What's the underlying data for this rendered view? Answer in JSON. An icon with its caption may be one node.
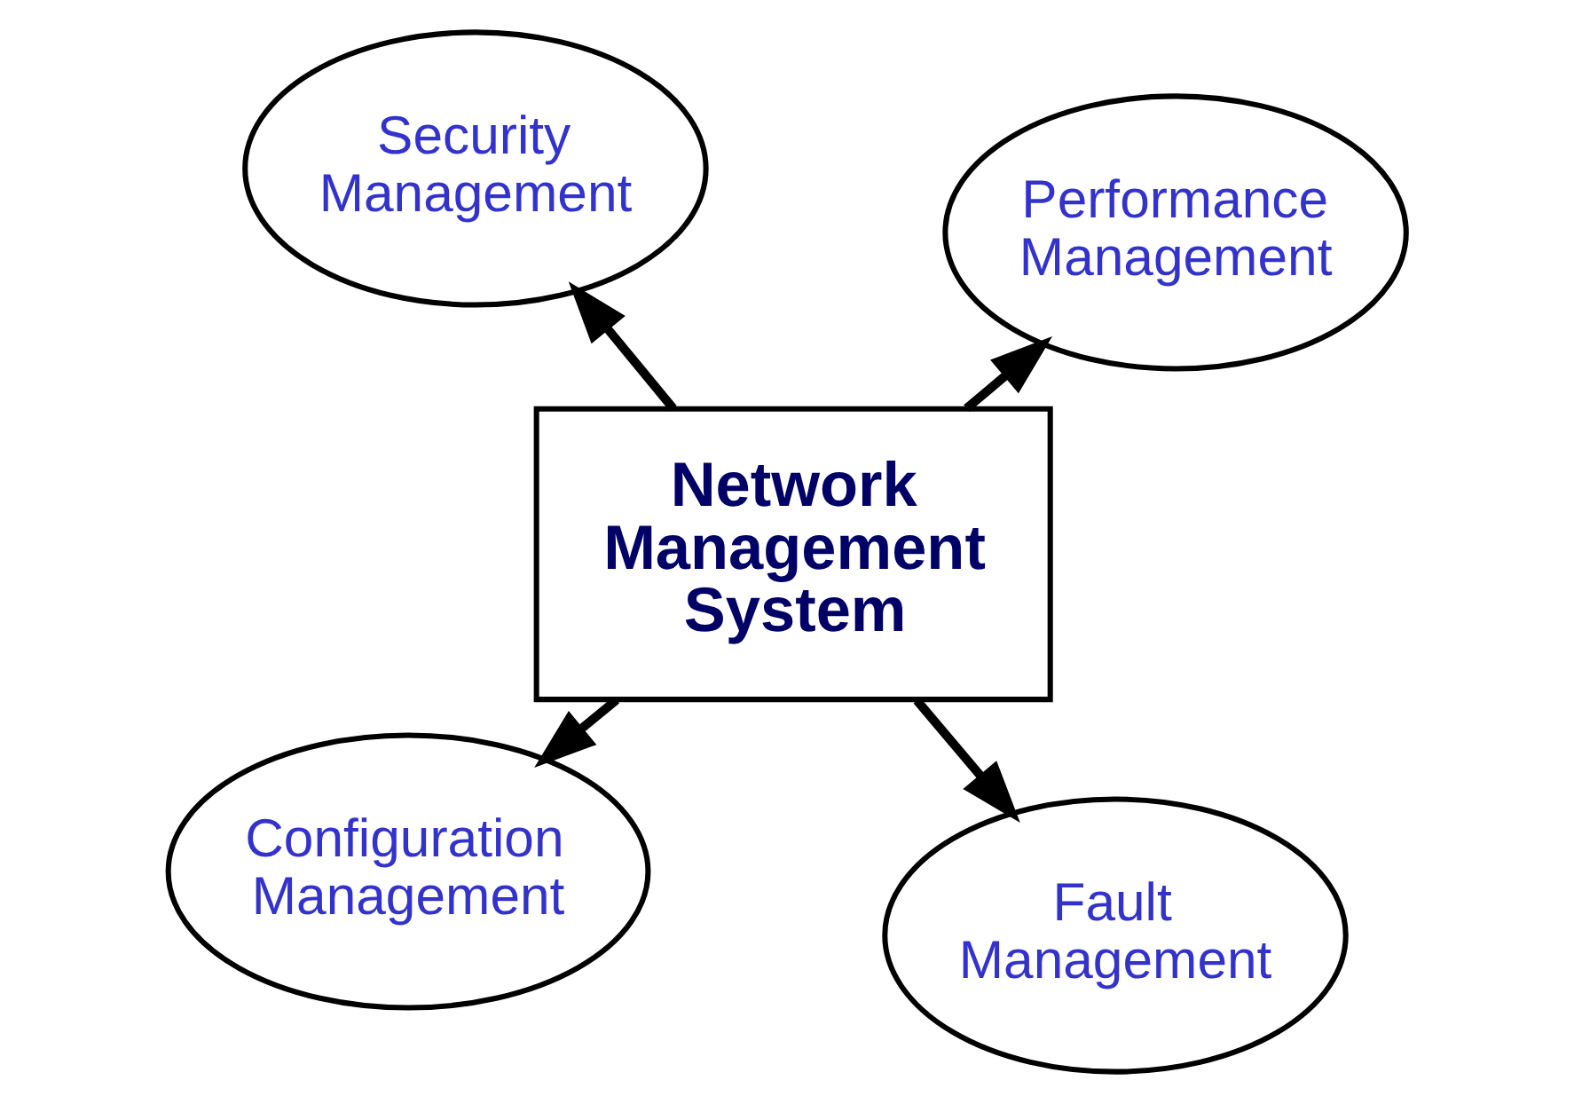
{
  "diagram": {
    "nodes": [
      {
        "text": [
          "Configuration Management"
        ]
      },
      {
        "text": [
          "Fault Management"
        ]
      },
      {
        "text": [
          "Network Management System"
        ]
      },
      {
        "text": [
          "Security Management"
        ]
      },
      {
        "text": [
          "Performance Management"
        ]
      }
    ],
    "edges": [
      {
        "from": 2,
        "to": 0,
        "arrow": "to"
      },
      {
        "from": 2,
        "to": 1,
        "arrow": "to"
      },
      {
        "from": 2,
        "to": 3,
        "arrow": "to"
      },
      {
        "from": 2,
        "to": 4,
        "arrow": "to"
      }
    ]
  }
}
